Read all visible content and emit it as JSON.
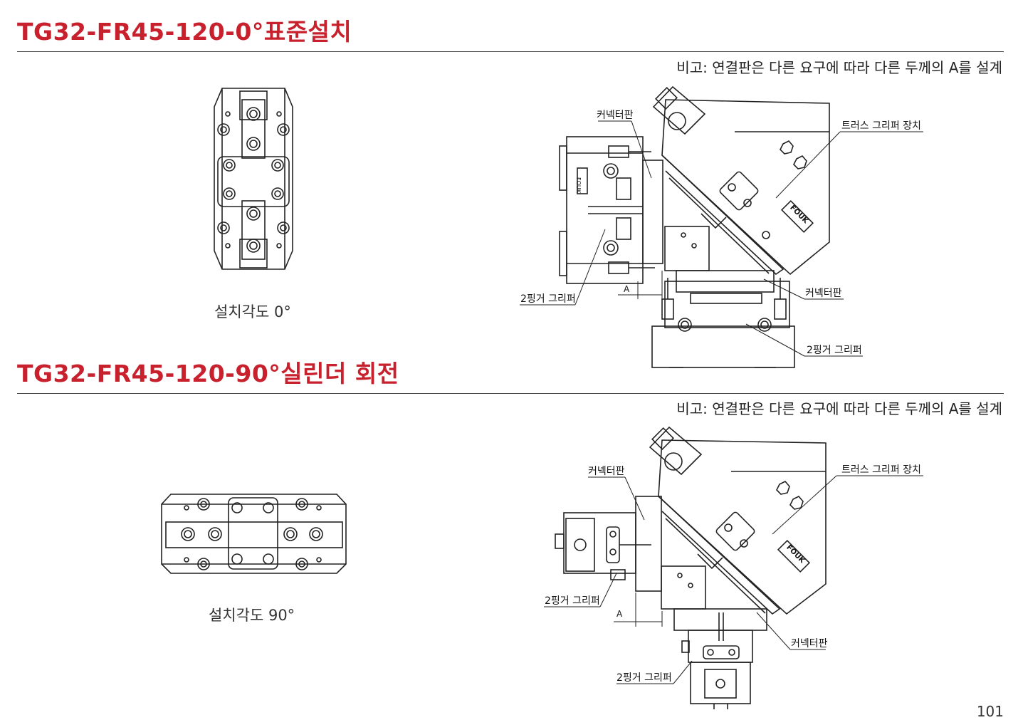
{
  "section1": {
    "title": "TG32-FR45-120-0°표준설치",
    "note": "비고: 연결판은 다른 요구에 따라 다른 두께의 A를 설계",
    "caption": "설치각도 0°",
    "labels": {
      "connector_top": "커넥터판",
      "truss_gripper": "트러스 그리퍼 장치",
      "finger_left": "2핑거 그리퍼",
      "connector_right": "커넥터판",
      "finger_bottom": "2핑거 그리퍼",
      "dimension": "A"
    }
  },
  "section2": {
    "title": "TG32-FR45-120-90°실린더 회전",
    "note": "비고: 연결판은 다른 요구에 따라 다른 두께의 A를 설계",
    "caption": "설치각도 90°",
    "labels": {
      "connector_top": "커넥터판",
      "truss_gripper": "트러스 그리퍼 장치",
      "finger_left": "2핑거 그리퍼",
      "connector_right": "커넥터판",
      "finger_bottom": "2핑거 그리퍼",
      "dimension": "A"
    }
  },
  "page_number": "101",
  "colors": {
    "title": "#c8202c",
    "line": "#222222"
  }
}
